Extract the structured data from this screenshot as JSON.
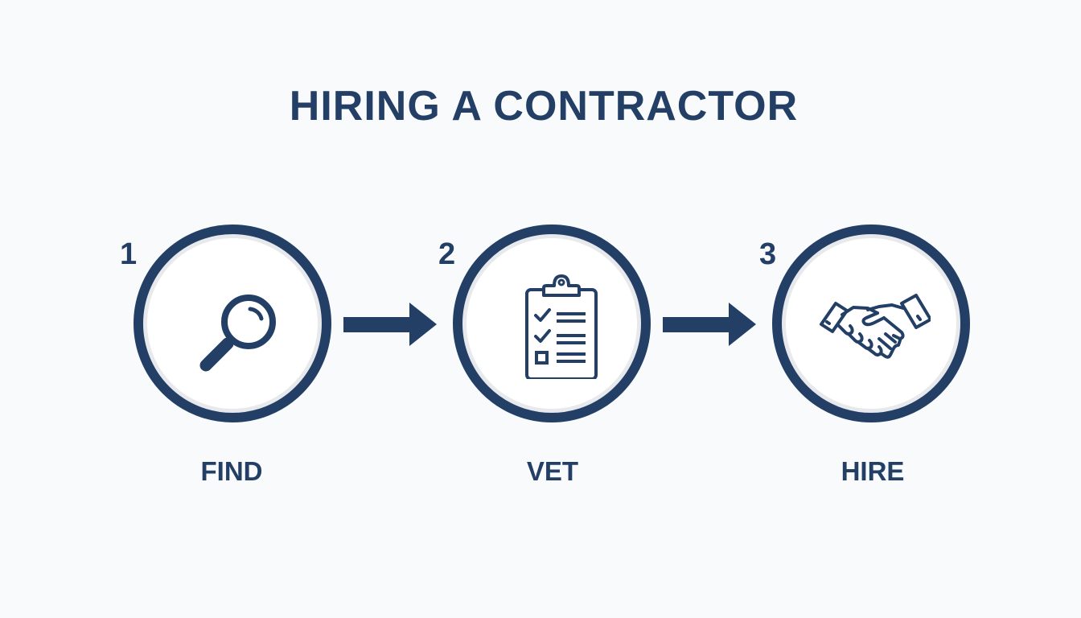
{
  "title": "HIRING A CONTRACTOR",
  "steps": [
    {
      "number": "1",
      "label": "FIND",
      "icon": "magnifying-glass-icon"
    },
    {
      "number": "2",
      "label": "VET",
      "icon": "clipboard-checklist-icon"
    },
    {
      "number": "3",
      "label": "HIRE",
      "icon": "handshake-icon"
    }
  ],
  "colors": {
    "primary": "#233f66",
    "background": "#f9fafb",
    "circle_fill": "#ffffff"
  }
}
